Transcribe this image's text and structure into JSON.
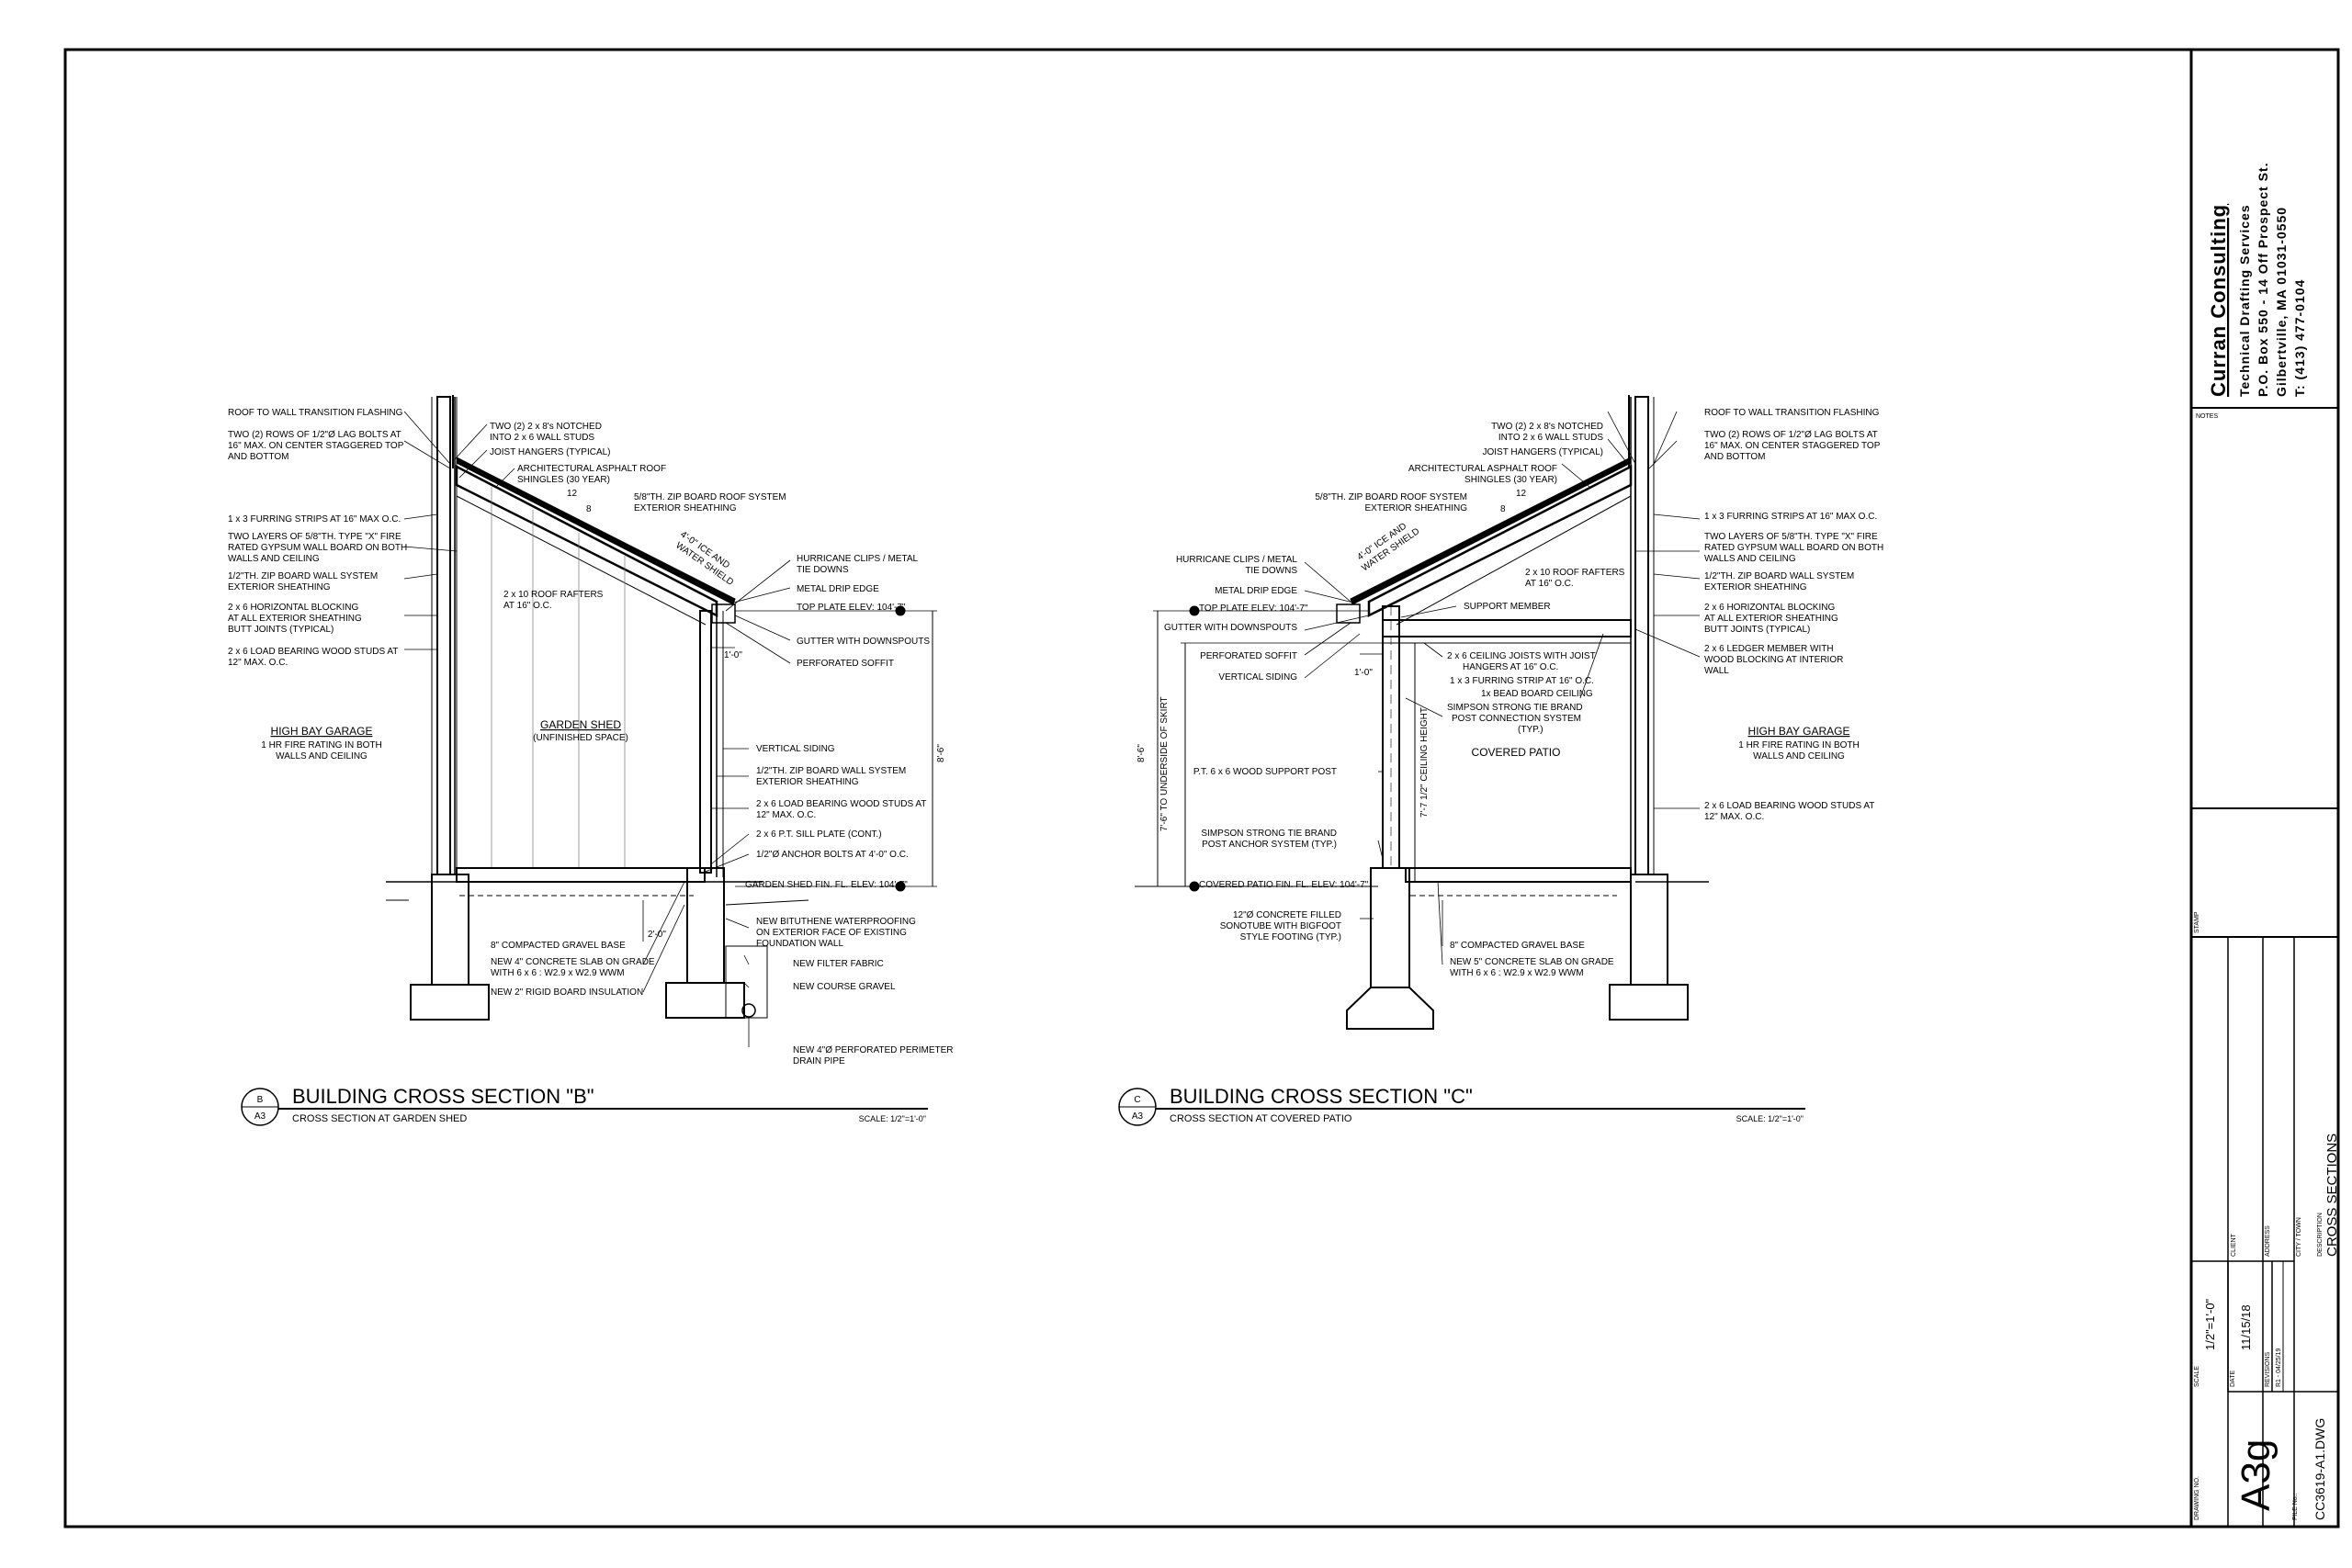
{
  "title_block": {
    "company": "Curran Consulting",
    "services": "Technical Drafting Services",
    "address1": "P.O. Box 550 - 14 Off Prospect St.",
    "address2": "Gilbertville, MA 01031-0550",
    "phone": "T: (413) 477-0104",
    "notes_label": "NOTES",
    "stamp_label": "STAMP",
    "client_label": "CLIENT",
    "address_label": "ADDRESS",
    "city_label": "CITY / TOWN",
    "description_label": "DESCRIPTION",
    "description": "CROSS SECTIONS",
    "scale_label": "SCALE",
    "scale": "1/2\"=1'-0\"",
    "date_label": "DATE",
    "date": "11/15/18",
    "revisions_label": "REVISIONS",
    "revision": "R1 - 04/25/19",
    "drawing_no_label": "DRAWING NO.",
    "drawing_no": "A3g",
    "file_no_label": "FILE No.:",
    "file_no": "CC3619-A1.DWG"
  },
  "section_b": {
    "bubble_letter": "B",
    "bubble_sheet": "A3",
    "title": "BUILDING CROSS SECTION \"B\"",
    "subtitle": "CROSS SECTION AT GARDEN SHED",
    "scale": "SCALE: 1/2\"=1'-0\"",
    "room_left_title": "HIGH BAY GARAGE",
    "room_left_sub1": "1 HR FIRE RATING IN BOTH",
    "room_left_sub2": "WALLS AND CEILING",
    "room_center_title": "GARDEN SHED",
    "room_center_sub": "(UNFINISHED SPACE)",
    "slope_rise": "12",
    "slope_run": "8",
    "ice_shield": "4'-0\" ICE AND",
    "ice_shield2": "WATER SHIELD",
    "dim_overhang": "1'-0\"",
    "dim_height": "8'-6\"",
    "dim_footing": "2'-0\"",
    "notes_left": [
      "ROOF TO WALL TRANSITION FLASHING",
      "TWO (2) ROWS OF 1/2\"Ø LAG BOLTS AT",
      "16\" MAX. ON CENTER STAGGERED TOP",
      "AND BOTTOM",
      "1 x 3 FURRING STRIPS AT 16\" MAX O.C.",
      "TWO LAYERS OF 5/8\"TH. TYPE \"X\" FIRE",
      "RATED GYPSUM WALL BOARD ON BOTH",
      "WALLS AND CEILING",
      "1/2\"TH. ZIP BOARD WALL SYSTEM",
      "EXTERIOR SHEATHING",
      "2 x 6 HORIZONTAL BLOCKING",
      "AT ALL EXTERIOR SHEATHING",
      "BUTT JOINTS (TYPICAL)",
      "2 x 6 LOAD BEARING WOOD STUDS AT",
      "12\" MAX. O.C."
    ],
    "notes_top": [
      "TWO (2) 2 x 8's NOTCHED",
      "INTO 2 x 6 WALL STUDS",
      "JOIST HANGERS (TYPICAL)",
      "ARCHITECTURAL ASPHALT ROOF",
      "SHINGLES (30 YEAR)",
      "5/8\"TH. ZIP BOARD ROOF SYSTEM",
      "EXTERIOR SHEATHING",
      "2 x 10 ROOF RAFTERS",
      "AT 16\" O.C."
    ],
    "notes_right": [
      "HURRICANE CLIPS / METAL",
      "TIE DOWNS",
      "METAL DRIP EDGE",
      "TOP PLATE ELEV: 104'-7\"",
      "GUTTER WITH DOWNSPOUTS",
      "PERFORATED SOFFIT",
      "VERTICAL SIDING",
      "1/2\"TH. ZIP BOARD WALL SYSTEM",
      "EXTERIOR SHEATHING",
      "2 x 6 LOAD BEARING WOOD STUDS AT",
      "12\" MAX. O.C.",
      "2 x 6 P.T. SILL PLATE (CONT.)",
      "1/2\"Ø ANCHOR BOLTS AT 4'-0\" O.C.",
      "GARDEN SHED FIN. FL. ELEV: 104'-7\"",
      "NEW BITUTHENE WATERPROOFING",
      "ON EXTERIOR FACE OF EXISTING",
      "FOUNDATION WALL",
      "NEW FILTER FABRIC",
      "NEW COURSE GRAVEL",
      "NEW 4\"Ø PERFORATED PERIMETER",
      "DRAIN PIPE"
    ],
    "notes_bottom": [
      "8\" COMPACTED GRAVEL BASE",
      "NEW 4\" CONCRETE SLAB ON GRADE",
      "WITH 6 x 6 : W2.9 x W2.9 WWM",
      "NEW 2\" RIGID BOARD INSULATION"
    ]
  },
  "section_c": {
    "bubble_letter": "C",
    "bubble_sheet": "A3",
    "title": "BUILDING CROSS SECTION \"C\"",
    "subtitle": "CROSS SECTION AT COVERED PATIO",
    "scale": "SCALE: 1/2\"=1'-0\"",
    "room_center_title": "COVERED PATIO",
    "room_right_title": "HIGH BAY GARAGE",
    "room_right_sub1": "1 HR FIRE RATING IN BOTH",
    "room_right_sub2": "WALLS AND CEILING",
    "slope_rise": "12",
    "slope_run": "8",
    "ice_shield": "4'-0\" ICE AND",
    "ice_shield2": "WATER SHIELD",
    "dim_overhang": "1'-0\"",
    "dim_height": "8'-6\"",
    "dim_skirt": "7'-6\" TO UNDERSIDE OF SKIRT",
    "dim_ceiling": "7'-7 1/2\" CEILING HEIGHT",
    "notes_top": [
      "TWO (2) 2 x 8's NOTCHED",
      "INTO 2 x 6 WALL STUDS",
      "JOIST HANGERS (TYPICAL)",
      "ARCHITECTURAL ASPHALT ROOF",
      "SHINGLES (30 YEAR)",
      "5/8\"TH. ZIP BOARD ROOF SYSTEM",
      "EXTERIOR SHEATHING",
      "2 x 10 ROOF RAFTERS",
      "AT 16\" O.C."
    ],
    "notes_left": [
      "HURRICANE CLIPS / METAL",
      "TIE DOWNS",
      "METAL DRIP EDGE",
      "TOP PLATE ELEV: 104'-7\"",
      "PERFORATED SOFFIT",
      "GUTTER WITH DOWNSPOUTS",
      "VERTICAL SIDING",
      "P.T. 6 x 6 WOOD SUPPORT POST",
      "SIMPSON STRONG TIE BRAND",
      "POST ANCHOR SYSTEM (TYP.)",
      "COVERED PATIO FIN. FL. ELEV: 104'-7\"",
      "12\"Ø CONCRETE FILLED",
      "SONOTUBE WITH BIGFOOT",
      "STYLE FOOTING (TYP.)"
    ],
    "notes_mid": [
      "SUPPORT MEMBER",
      "2 x 6 CEILING JOISTS WITH JOIST",
      "HANGERS AT 16\" O.C.",
      "1 x 3 FURRING STRIP AT 16\" O.C.",
      "1x BEAD BOARD CEILING",
      "SIMPSON STRONG TIE BRAND",
      "POST CONNECTION SYSTEM",
      "(TYP.)",
      "8\" COMPACTED GRAVEL BASE",
      "NEW 5\" CONCRETE SLAB ON GRADE",
      "WITH 6 x 6 : W2.9 x W2.9 WWM"
    ],
    "notes_right": [
      "ROOF TO WALL TRANSITION FLASHING",
      "TWO (2) ROWS OF 1/2\"Ø LAG BOLTS AT",
      "16\" MAX. ON CENTER STAGGERED TOP",
      "AND BOTTOM",
      "1 x 3 FURRING STRIPS AT 16\" MAX O.C.",
      "TWO LAYERS OF 5/8\"TH. TYPE \"X\" FIRE",
      "RATED GYPSUM WALL BOARD ON BOTH",
      "WALLS AND CEILING",
      "1/2\"TH. ZIP BOARD WALL SYSTEM",
      "EXTERIOR SHEATHING",
      "2 x 6 HORIZONTAL BLOCKING",
      "AT ALL EXTERIOR SHEATHING",
      "BUTT JOINTS (TYPICAL)",
      "2 x 6 LEDGER MEMBER WITH",
      "WOOD BLOCKING AT INTERIOR",
      "WALL",
      "2 x 6 LOAD BEARING WOOD STUDS AT",
      "12\" MAX. O.C."
    ]
  }
}
